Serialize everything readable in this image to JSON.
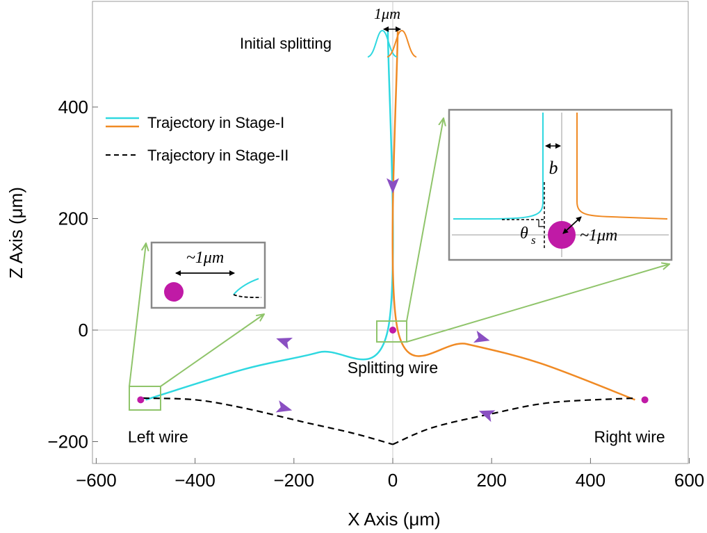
{
  "chart_data": {
    "type": "line",
    "xlabel": "X Axis (μm)",
    "ylabel": "Z Axis (μm)",
    "xlim": [
      -600,
      600
    ],
    "ylim": [
      -240,
      580
    ],
    "x_ticks": [
      -600,
      -400,
      -200,
      0,
      200,
      400,
      600
    ],
    "y_ticks": [
      -200,
      0,
      200,
      400
    ],
    "x_tick_labels": [
      "−600",
      "−400",
      "−200",
      "0",
      "200",
      "400",
      "600"
    ],
    "y_tick_labels": [
      "−200",
      "0",
      "200",
      "400"
    ],
    "legend_position": "upper-left",
    "legend": {
      "stage1": "Trajectory in Stage-I",
      "stage2": "Trajectory in Stage-II"
    },
    "colors": {
      "cyan": "#2fd8e0",
      "orange": "#f08a24",
      "dashed": "#000000",
      "wire": "#c01aa6",
      "arrow": "#8a4fc2",
      "box": "#8fc46a"
    },
    "series": [
      {
        "color": "cyan",
        "style": "solid",
        "points": [
          [
            -10,
            540
          ],
          [
            -10,
            0
          ],
          [
            -150,
            -40
          ],
          [
            -300,
            -70
          ],
          [
            -500,
            -125
          ]
        ]
      },
      {
        "color": "orange",
        "style": "solid",
        "points": [
          [
            10,
            540
          ],
          [
            10,
            0
          ],
          [
            150,
            -25
          ],
          [
            300,
            -60
          ],
          [
            490,
            -125
          ]
        ]
      },
      {
        "color": "dashed",
        "style": "dashed",
        "points": [
          [
            -505,
            -122
          ],
          [
            -400,
            -125
          ],
          [
            -300,
            -140
          ],
          [
            -180,
            -165
          ],
          [
            -80,
            -185
          ],
          [
            0,
            -205
          ]
        ]
      },
      {
        "color": "dashed",
        "style": "dashed",
        "points": [
          [
            0,
            -205
          ],
          [
            80,
            -175
          ],
          [
            200,
            -150
          ],
          [
            320,
            -130
          ],
          [
            490,
            -122
          ]
        ]
      }
    ],
    "wires": [
      {
        "name": "Splitting wire",
        "x": 0,
        "y": 0
      },
      {
        "name": "Left wire",
        "x": -510,
        "y": -125
      },
      {
        "name": "Right wire",
        "x": 510,
        "y": -125
      }
    ],
    "annotations": {
      "initial_splitting": "Initial splitting",
      "separation": "1μm",
      "inset_right_b": "b",
      "inset_right_theta": "θ",
      "inset_right_theta_sub": "s",
      "inset_right_dist": "~1μm",
      "inset_left_dist": "~1μm"
    }
  }
}
